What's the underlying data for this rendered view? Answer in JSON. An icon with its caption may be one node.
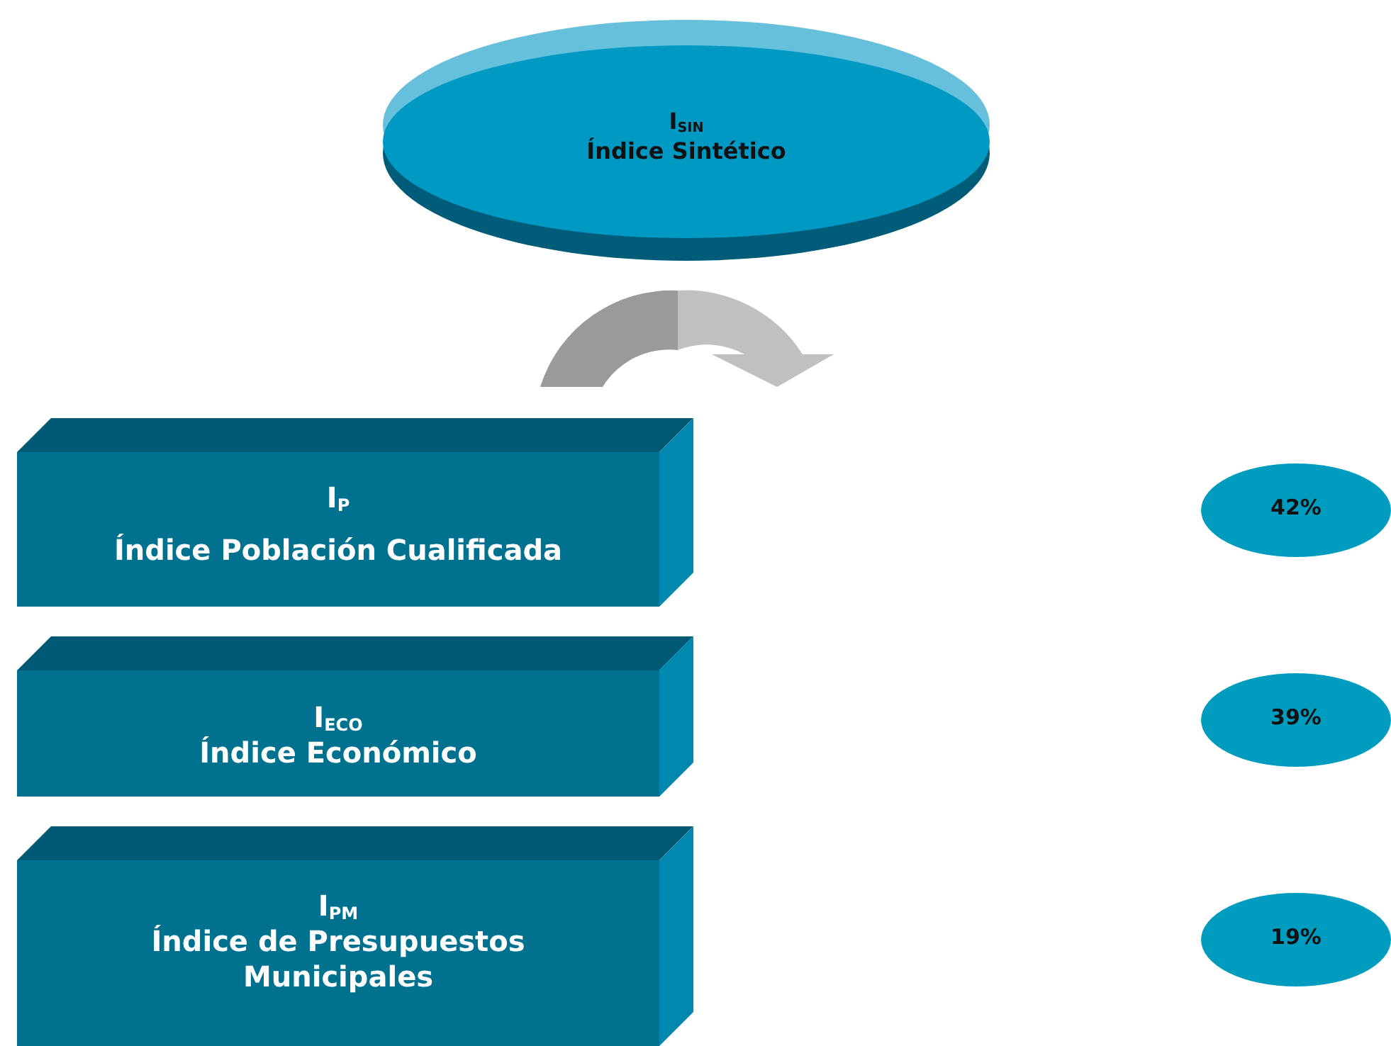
{
  "diagram": {
    "nodes": [
      {
        "text": [
          "I$_{SIN}$",
          "Índice Sintético"
        ]
      },
      {
        "text": [
          "I$_{P}$",
          "Índice Población Cualificada"
        ]
      },
      {
        "text": [
          "I$_{ECO}$",
          "Índice Económico"
        ]
      },
      {
        "text": [
          "I$_{PM}$",
          "Índice de Presupuestos Municipales"
        ]
      },
      {
        "text": [
          "42%"
        ]
      },
      {
        "text": [
          "39%"
        ]
      },
      {
        "text": [
          "19%"
        ]
      }
    ]
  }
}
